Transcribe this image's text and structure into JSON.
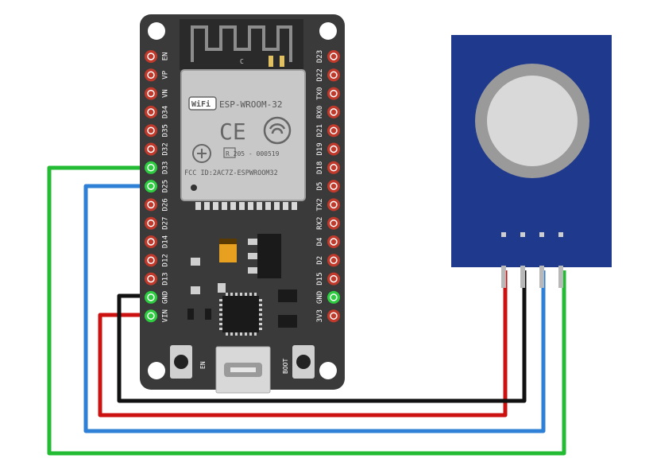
{
  "board": {
    "module_name": "ESP-WROOM-32",
    "wifi_logo": "WiFi",
    "ce_mark": "CE",
    "r_code": "R 205 - 000519",
    "fcc_id": "FCC ID:2AC7Z-ESPWROOM32",
    "antenna_mark": "C",
    "button_en": "EN",
    "button_boot": "BOOT",
    "left_pins": [
      "EN",
      "VP",
      "VN",
      "D34",
      "D35",
      "D32",
      "D33",
      "D25",
      "D26",
      "D27",
      "D14",
      "D12",
      "D13",
      "GND",
      "VIN"
    ],
    "right_pins": [
      "D23",
      "D22",
      "TX0",
      "RX0",
      "D21",
      "D19",
      "D18",
      "D5",
      "TX2",
      "RX2",
      "D4",
      "D2",
      "D15",
      "GND",
      "3V3"
    ],
    "colors": {
      "pcb": "#3a3a3a",
      "pin_red": "#c0392b",
      "pin_green": "#2ecc40",
      "module": "#c8c8c8",
      "shield": "#b0b0b0"
    }
  },
  "sensor": {
    "name": "touch-sensor-module",
    "pin_count": 4,
    "colors": {
      "pcb": "#1f3a8c",
      "pad_outer": "#9a9a9a",
      "pad_inner": "#d9d9d9"
    }
  },
  "wires": [
    {
      "name": "wire-green",
      "from": "D33",
      "to": "sensor-pin-4",
      "color": "#22bb33"
    },
    {
      "name": "wire-blue",
      "from": "D25",
      "to": "sensor-pin-3",
      "color": "#2e7fd6"
    },
    {
      "name": "wire-black",
      "from": "GND",
      "to": "sensor-pin-2",
      "color": "#111111"
    },
    {
      "name": "wire-red",
      "from": "VIN",
      "to": "sensor-pin-1",
      "color": "#cc1111"
    }
  ]
}
